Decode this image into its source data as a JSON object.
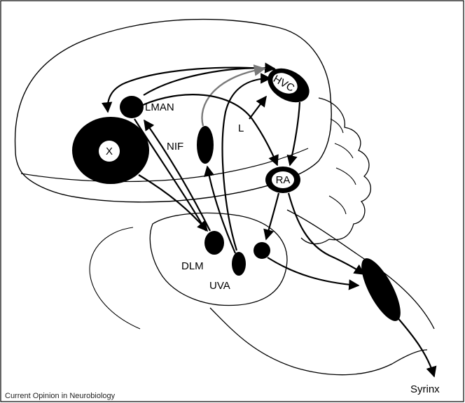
{
  "labels": {
    "x": "X",
    "lman": "LMAN",
    "nif": "NIF",
    "l": "L",
    "hvc": "HVC",
    "ra": "RA",
    "dlm": "DLM",
    "uva": "UVA",
    "syrinx": "Syrinx"
  },
  "caption": "Current Opinion in Neurobiology",
  "colors": {
    "stroke": "#000000",
    "nucleus_fill": "#000000",
    "nif_pathway": "#7a7a7a",
    "background": "#ffffff"
  }
}
